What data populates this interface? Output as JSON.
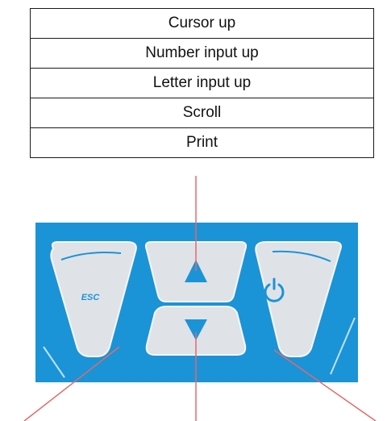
{
  "functions": [
    "Cursor up",
    "Number input up",
    "Letter input up",
    "Scroll",
    "Print"
  ],
  "keypad": {
    "esc_label": "ESC",
    "keys": [
      "esc-key",
      "up-arrow-key",
      "down-arrow-key",
      "power-key"
    ],
    "icons": [
      "up-triangle-icon",
      "down-triangle-icon",
      "power-icon"
    ]
  },
  "colors": {
    "panel_blue": "#1b93d7",
    "key_face": "#dfe3e8",
    "arrow_blue": "#1b93d7",
    "leader_line": "#e26a6a",
    "table_border": "#1a1a1a"
  }
}
